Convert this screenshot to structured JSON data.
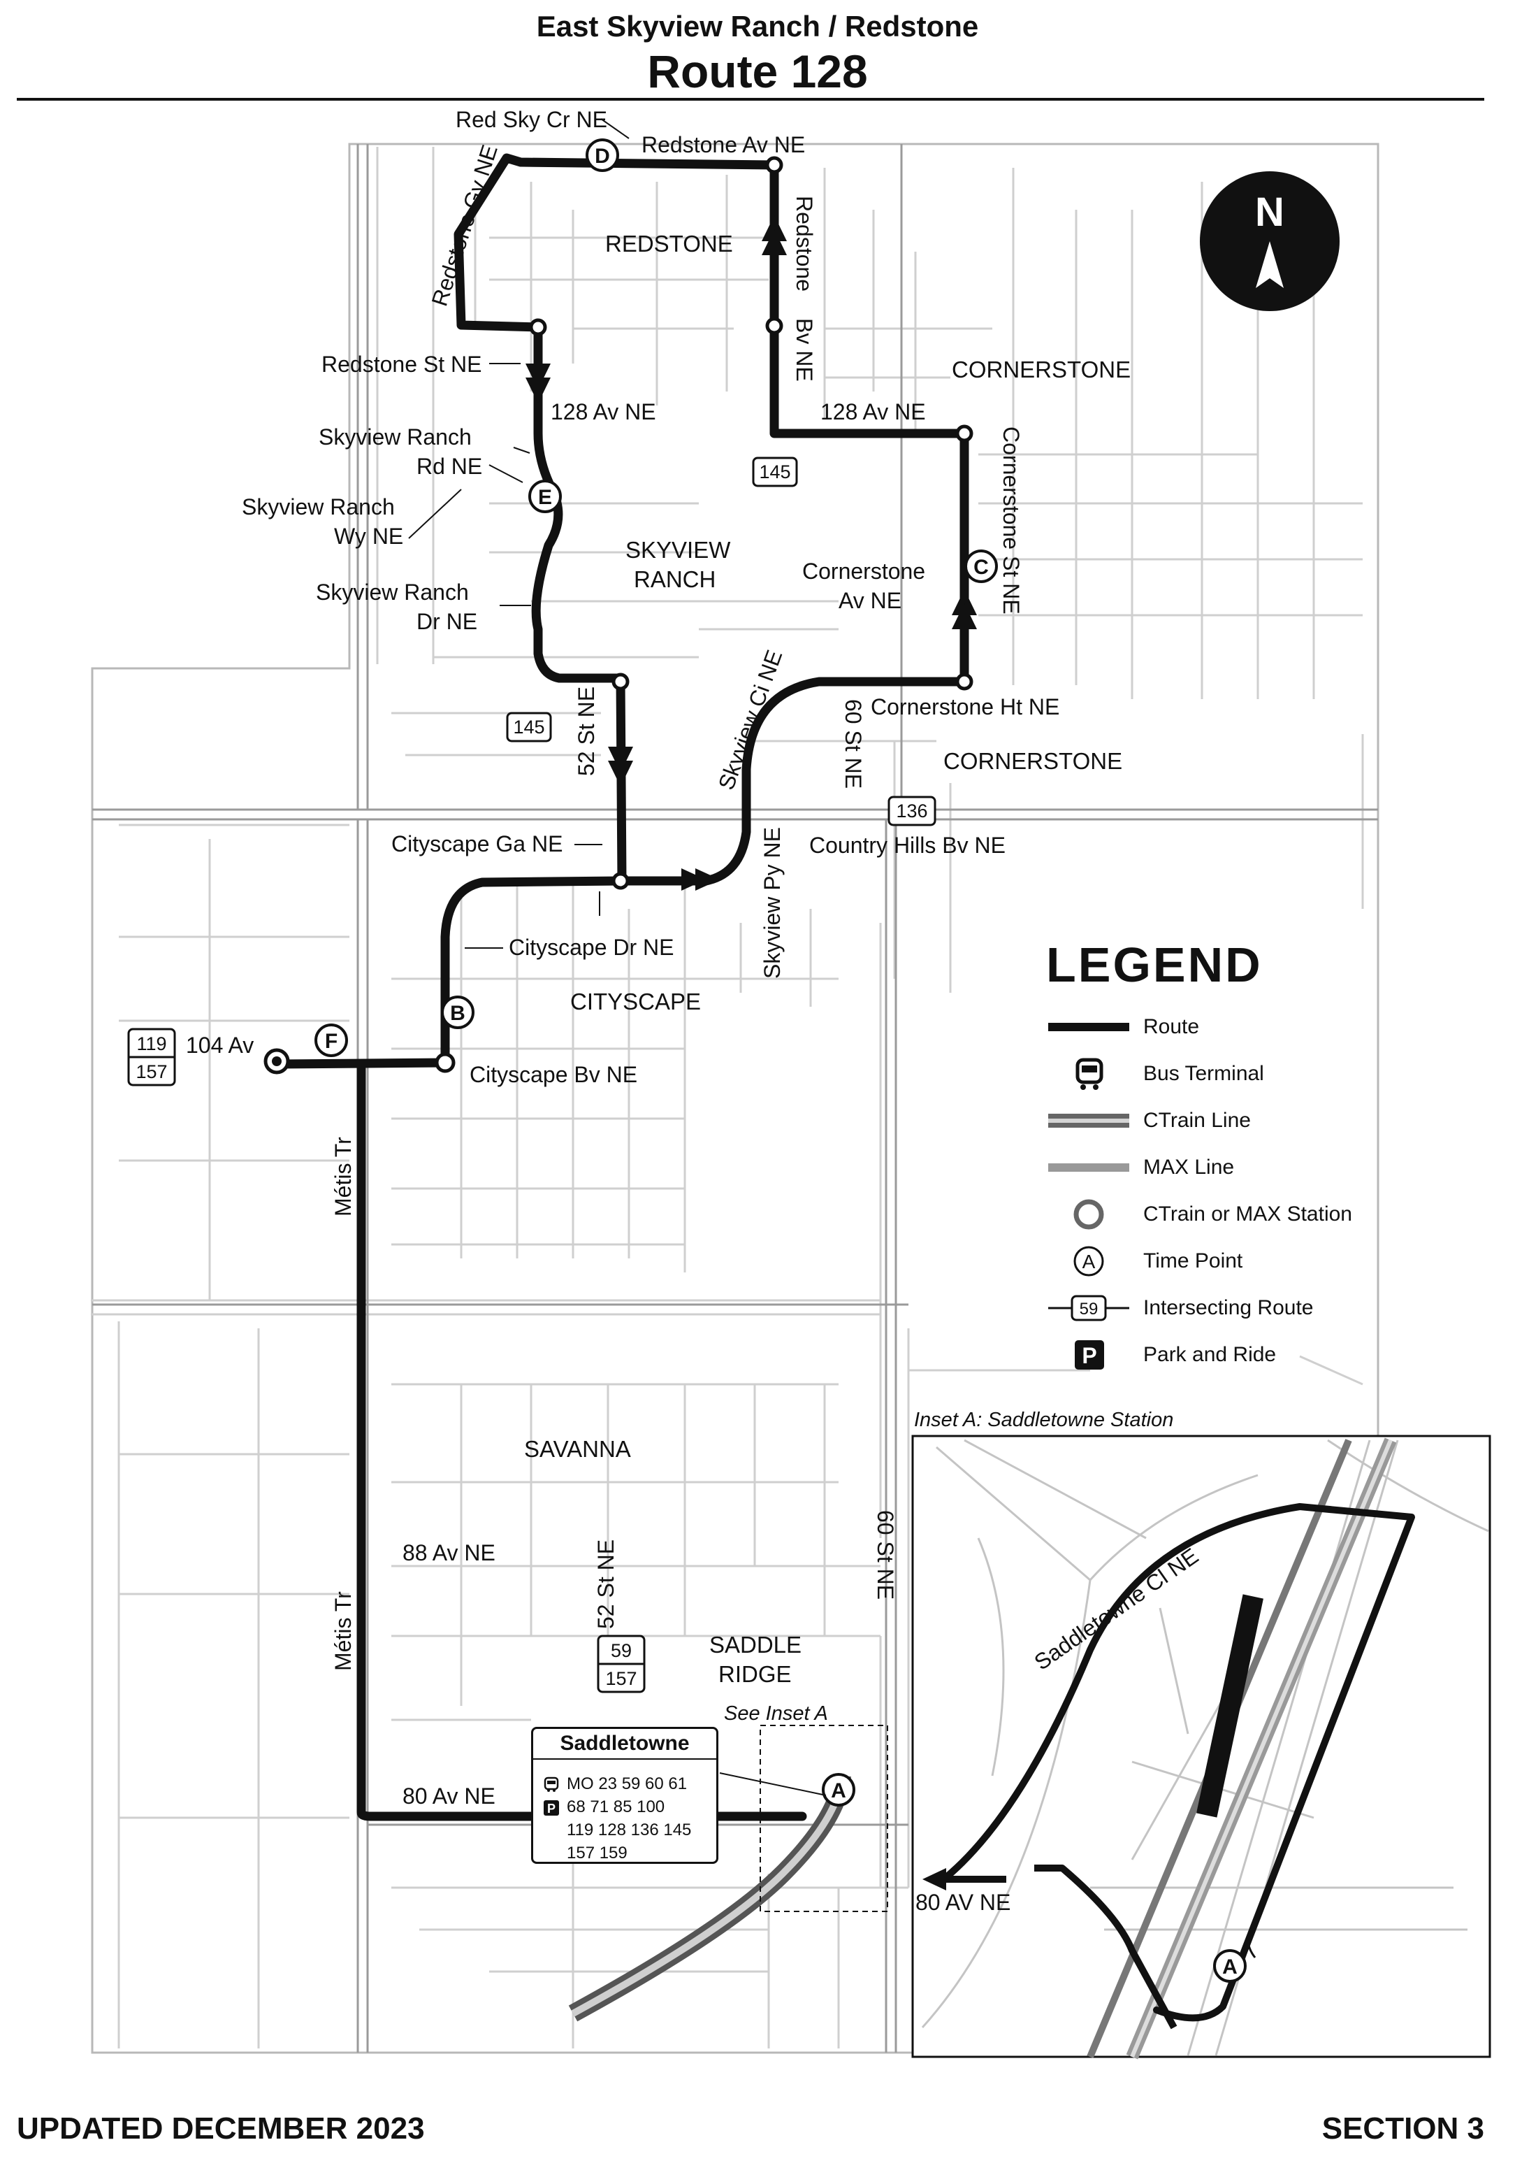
{
  "header": {
    "subtitle": "East Skyview Ranch / Redstone",
    "title": "Route 128"
  },
  "compass": {
    "letter": "N",
    "icon": "north-arrow-icon"
  },
  "streets": {
    "red_sky_cr": "Red Sky Cr NE",
    "redstone_av": "Redstone Av NE",
    "redstone_gv": "Redstone Gv NE",
    "redstone_bv_1": "Redstone",
    "redstone_bv_2": "Bv NE",
    "redstone_st": "Redstone St NE",
    "av128_w": "128 Av NE",
    "av128_e": "128 Av NE",
    "skyview_rd_1": "Skyview Ranch",
    "skyview_rd_2": "Rd NE",
    "skyview_wy_1": "Skyview Ranch",
    "skyview_wy_2": "Wy NE",
    "skyview_dr_1": "Skyview Ranch",
    "skyview_dr_2": "Dr NE",
    "cornerstone_st": "Cornerstone St NE",
    "cornerstone_av_1": "Cornerstone",
    "cornerstone_av_2": "Av NE",
    "cornerstone_ht": "Cornerstone Ht NE",
    "st52_n": "52 St NE",
    "skyview_ci": "Skyview Ci NE",
    "st60_n": "60 St NE",
    "country_hills": "Country Hills Bv NE",
    "cityscape_ga": "Cityscape Ga NE",
    "cityscape_dr": "Cityscape Dr NE",
    "skyview_py": "Skyview Py NE",
    "av104": "104 Av",
    "cityscape_bv": "Cityscape Bv NE",
    "metis_n": "Métis Tr",
    "metis_s": "Métis Tr",
    "av88": "88 Av NE",
    "st52_s": "52 St NE",
    "st60_s": "60 St NE",
    "av80": "80 Av NE",
    "saddletowne_cl": "Saddletowne Cl NE",
    "av80_inset": "80 AV NE"
  },
  "areas": {
    "redstone": "REDSTONE",
    "cornerstone_n": "CORNERSTONE",
    "skyview_1": "SKYVIEW",
    "skyview_2": "RANCH",
    "cornerstone_s": "CORNERSTONE",
    "cityscape": "CITYSCAPE",
    "savanna": "SAVANNA",
    "saddle_1": "SADDLE",
    "saddle_2": "RIDGE"
  },
  "time_points": [
    "A",
    "B",
    "C",
    "D",
    "E",
    "F"
  ],
  "intersecting_routes": {
    "r145_a": "145",
    "r145_b": "145",
    "r136": "136",
    "r119": "119",
    "r157": "157",
    "r59": "59",
    "r157_b": "157"
  },
  "terminal": {
    "name": "Saddletowne",
    "line1": "MO  23  59  60  61",
    "line2": "68  71  85  100",
    "line3": "119  128  136 145",
    "line4": "157  159"
  },
  "inset": {
    "title": "Inset A: Saddletowne Station",
    "see": "See Inset A",
    "time_point": "A"
  },
  "legend": {
    "title": "LEGEND",
    "items": [
      {
        "label": "Route",
        "icon": "route-line-icon"
      },
      {
        "label": "Bus Terminal",
        "icon": "bus-icon"
      },
      {
        "label": "CTrain Line",
        "icon": "ctrain-line-icon"
      },
      {
        "label": "MAX Line",
        "icon": "max-line-icon"
      },
      {
        "label": "CTrain or MAX Station",
        "icon": "station-icon"
      },
      {
        "label": "Time Point",
        "icon": "time-point-icon",
        "sample": "A"
      },
      {
        "label": "Intersecting Route",
        "icon": "intersecting-route-icon",
        "sample": "59"
      },
      {
        "label": "Park and Ride",
        "icon": "park-and-ride-icon",
        "sample": "P"
      }
    ]
  },
  "footer": {
    "updated": "UPDATED DECEMBER 2023",
    "section": "SECTION 3"
  },
  "colors": {
    "route": "#111111",
    "street": "#c8c8c8",
    "ctrain": "#888888",
    "background": "#ffffff"
  }
}
